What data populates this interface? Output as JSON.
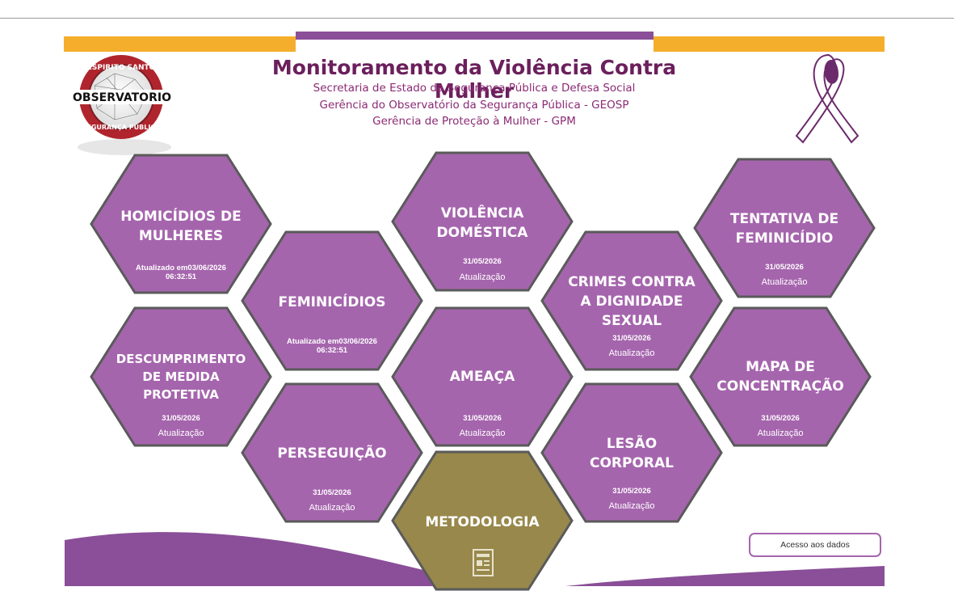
{
  "header": {
    "title": "Monitoramento da Violência Contra Mulher",
    "subtitles": [
      "Secretaria de Estado da Segurança Pública e Defesa Social",
      "Gerência do Observatório da Segurança Pública - GEOSP",
      "Gerência de Proteção à Mulher - GPM"
    ],
    "logo": {
      "top_text": "ESPÍRITO SANTO",
      "main_text": "OBSERVATÓRIO",
      "bottom_text": "SEGURANÇA PÚBLICA"
    }
  },
  "colors": {
    "hex_purple": "#a565ad",
    "hex_gold": "#98884b",
    "hex_border": "#5a5a5a",
    "orange_bar": "#f5ae2c",
    "purple_bar": "#8a4f98",
    "title": "#6b1f5c"
  },
  "tiles": [
    {
      "id": "homicidios",
      "title_lines": [
        "HOMICÍDIOS DE",
        "MULHERES"
      ],
      "date": "Atualizado em03/06/2026 06:32:51",
      "label": ""
    },
    {
      "id": "feminicidios",
      "title_lines": [
        "FEMINICÍDIOS"
      ],
      "date": "Atualizado em03/06/2026 06:32:51",
      "label": ""
    },
    {
      "id": "violencia_domestica",
      "title_lines": [
        "VIOLÊNCIA",
        "DOMÉSTICA"
      ],
      "date": "31/05/2026",
      "label": "Atualização"
    },
    {
      "id": "crimes_dignidade",
      "title_lines": [
        "CRIMES CONTRA",
        "A DIGNIDADE",
        "SEXUAL"
      ],
      "date": "31/05/2026",
      "label": "Atualização"
    },
    {
      "id": "tentativa",
      "title_lines": [
        "TENTATIVA DE",
        "FEMINICÍDIO"
      ],
      "date": "31/05/2026",
      "label": "Atualização"
    },
    {
      "id": "descumprimento",
      "title_lines": [
        "DESCUMPRIMENTO",
        "DE MEDIDA",
        "PROTETIVA"
      ],
      "date": "31/05/2026",
      "label": "Atualização"
    },
    {
      "id": "ameaca",
      "title_lines": [
        "AMEAÇA"
      ],
      "date": "31/05/2026",
      "label": "Atualização"
    },
    {
      "id": "mapa",
      "title_lines": [
        "MAPA DE",
        "CONCENTRAÇÃO"
      ],
      "date": "31/05/2026",
      "label": "Atualização"
    },
    {
      "id": "perseguicao",
      "title_lines": [
        "PERSEGUIÇÃO"
      ],
      "date": "31/05/2026",
      "label": "Atualização"
    },
    {
      "id": "lesao",
      "title_lines": [
        "LESÃO",
        "CORPORAL"
      ],
      "date": "31/05/2026",
      "label": "Atualização"
    },
    {
      "id": "metodologia",
      "title_lines": [
        "METODOLOGIA"
      ],
      "date": "",
      "label": "",
      "icon": "document-icon"
    }
  ],
  "acesso_button": "Acesso aos dados"
}
